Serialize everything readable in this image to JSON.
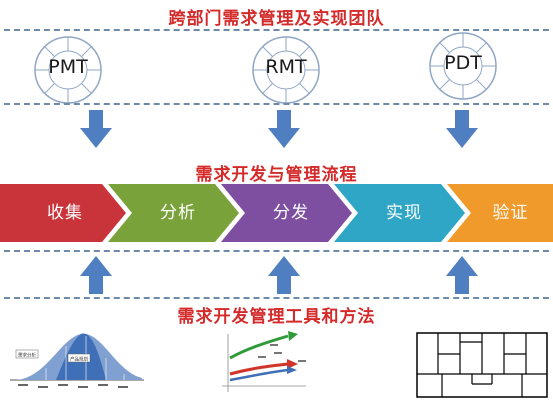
{
  "sections": {
    "top_title": "跨部门需求管理及实现团队",
    "middle_title": "需求开发与管理流程",
    "bottom_title": "需求开发管理工具和方法"
  },
  "teams": [
    "PMT",
    "RMT",
    "PDT"
  ],
  "process_steps": [
    {
      "label": "收集",
      "color": "#c8343a"
    },
    {
      "label": "分析",
      "color": "#7aa23a"
    },
    {
      "label": "分发",
      "color": "#7e4fa0"
    },
    {
      "label": "实现",
      "color": "#2fa6c6"
    },
    {
      "label": "验证",
      "color": "#f09a2c"
    }
  ],
  "colors": {
    "title_red": "#d42a2a",
    "arrow_blue": "#4f7fc0",
    "divider": "#6f8aa8"
  },
  "tools": {
    "curve_labels": [
      "需求分析",
      "产品规划"
    ],
    "icons": [
      "bell-curve-chart",
      "trend-arrows-diagram",
      "grid-layout-diagram"
    ]
  }
}
